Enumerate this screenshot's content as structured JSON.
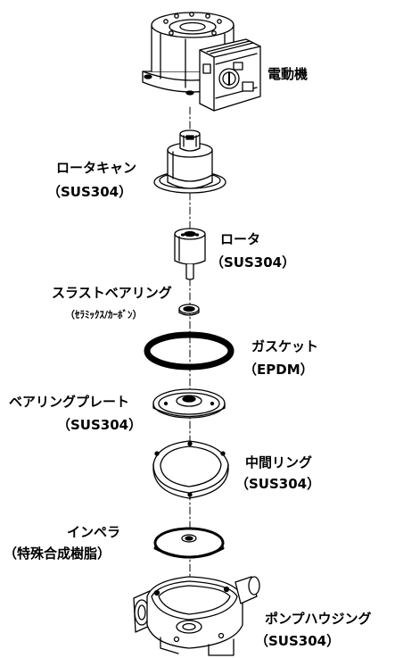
{
  "labels": {
    "motor": "電動機",
    "rotor_can": "ロータキャン",
    "rotor_can_material": "（SUS304）",
    "rotor": "ロータ",
    "rotor_material": "（SUS304）",
    "thrust_bearing": "スラストベアリング",
    "thrust_bearing_material": "（ｾﾗﾐｯｸｽ/ｶｰﾎﾞﾝ）",
    "gasket": "ガスケット",
    "gasket_material": "（EPDM）",
    "bearing_plate": "ベアリングプレート",
    "bearing_plate_material": "（SUS304）",
    "middle_ring": "中間リング",
    "middle_ring_material": "（SUS304）",
    "impeller": "インペラ",
    "impeller_material": "（特殊合成樹脂）",
    "pump_housing": "ポンプハウジング",
    "pump_housing_material": "（SUS304）"
  }
}
